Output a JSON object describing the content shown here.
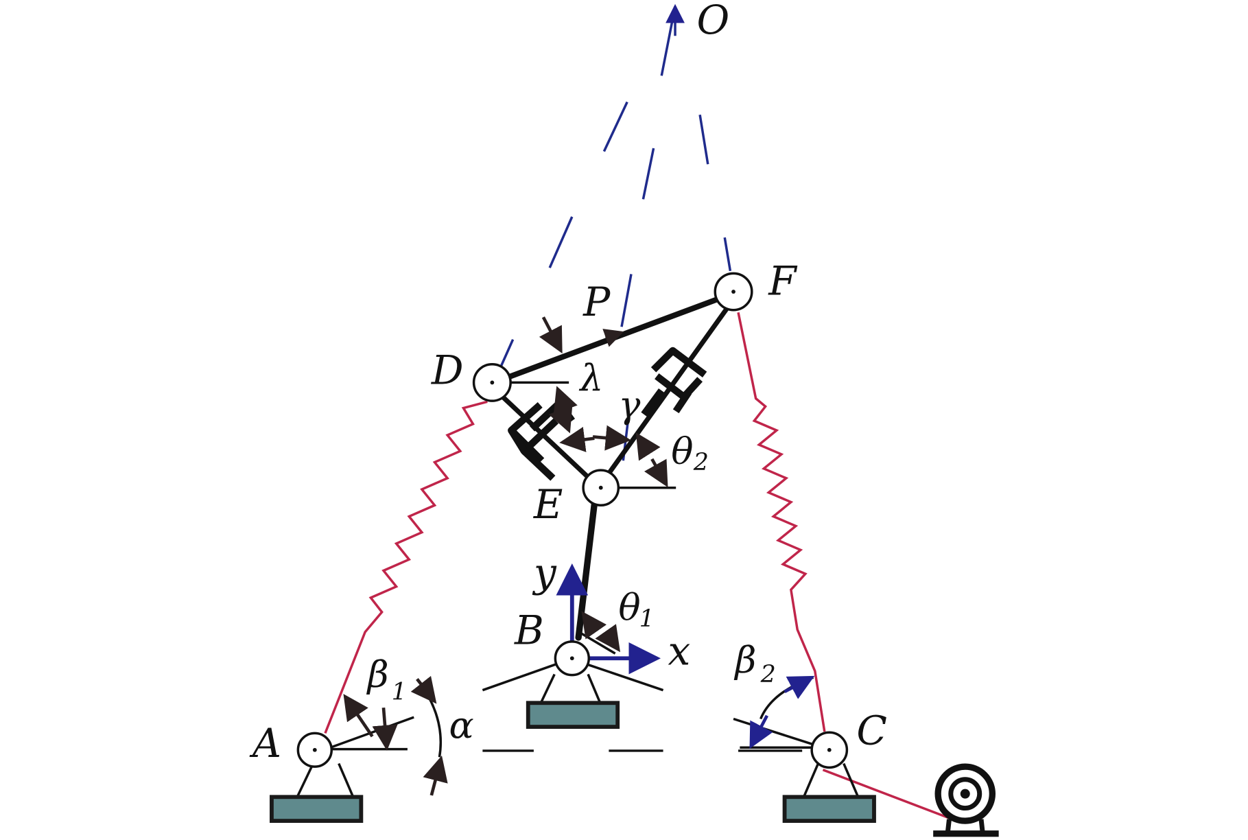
{
  "labels": {
    "O": "O",
    "P": "P",
    "F": "F",
    "D": "D",
    "lambda": "λ",
    "gamma": "γ",
    "theta2": "θ",
    "theta2_sub": "2",
    "E": "E",
    "y": "y",
    "theta1": "θ",
    "theta1_sub": "1",
    "B": "B",
    "x": "x",
    "beta1": "β",
    "beta1_sub": "1",
    "alpha": "α",
    "A": "A",
    "beta2": "β",
    "beta2_sub": "2",
    "C": "C"
  },
  "colors": {
    "link": "#111111",
    "spring": "#c0254a",
    "dashed_axis": "#1f2b8c",
    "coordinate_axes": "#22228f",
    "base_fill": "#5f8a8d",
    "base_stroke": "#1a1a1a"
  }
}
